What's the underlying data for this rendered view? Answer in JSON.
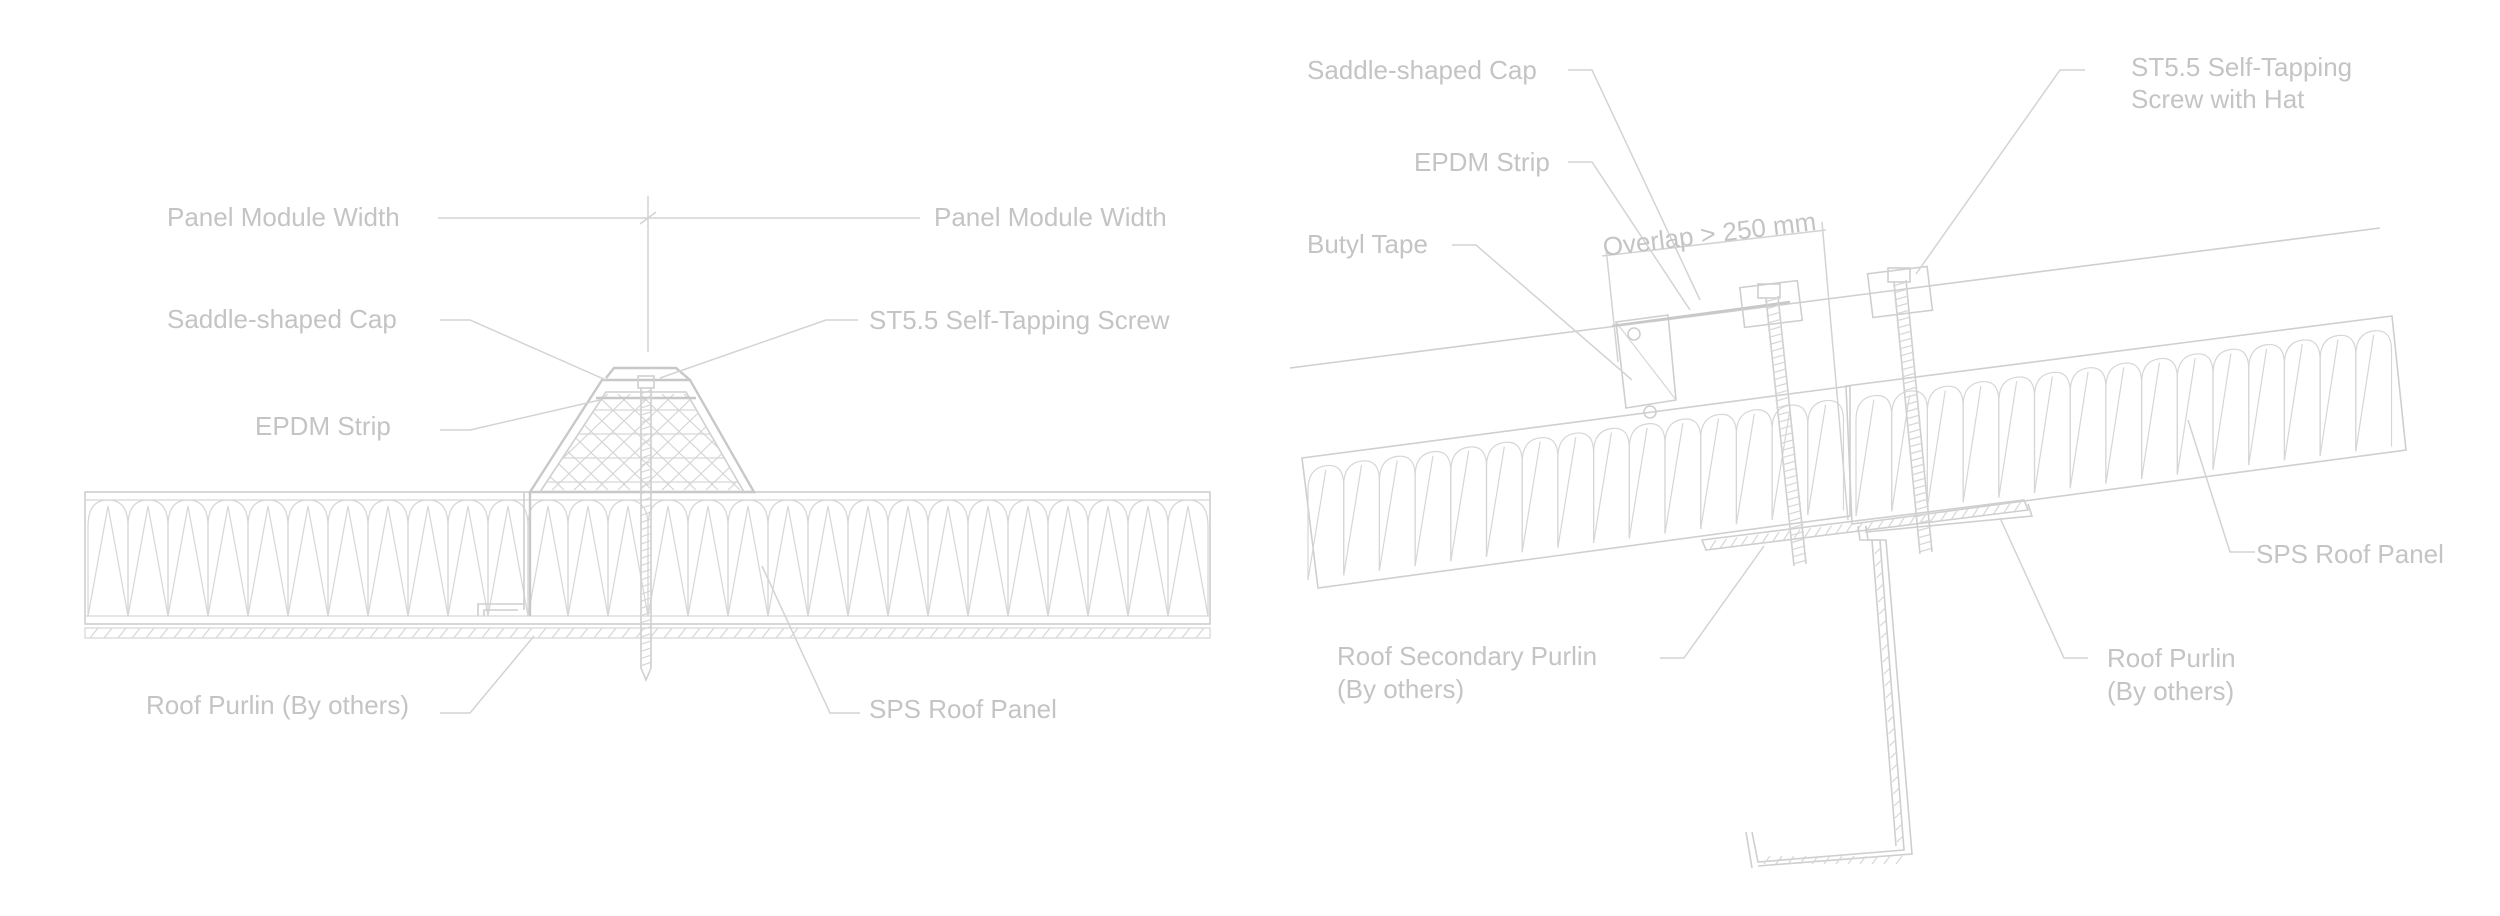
{
  "left_detail": {
    "labels": {
      "panel_module_width_left": "Panel Module Width",
      "panel_module_width_right": "Panel Module Width",
      "saddle_cap": "Saddle-shaped Cap",
      "epdm_strip": "EPDM Strip",
      "screw": "ST5.5 Self-Tapping Screw",
      "roof_purlin": "Roof Purlin (By others)",
      "sps_roof_panel": "SPS Roof Panel"
    }
  },
  "right_detail": {
    "labels": {
      "saddle_cap": "Saddle-shaped Cap",
      "epdm_strip": "EPDM Strip",
      "butyl_tape": "Butyl Tape",
      "overlap": "Overlap > 250 mm",
      "screw_line1": "ST5.5 Self-Tapping",
      "screw_line2": "Screw with Hat",
      "sps_roof_panel": "SPS Roof Panel",
      "secondary_purlin_line1": "Roof Secondary Purlin",
      "secondary_purlin_line2": "(By others)",
      "roof_purlin_line1": "Roof Purlin",
      "roof_purlin_line2": "(By others)"
    }
  },
  "colors": {
    "line": "#cfcfcf",
    "text": "#c4c4c4",
    "background": "#ffffff"
  }
}
